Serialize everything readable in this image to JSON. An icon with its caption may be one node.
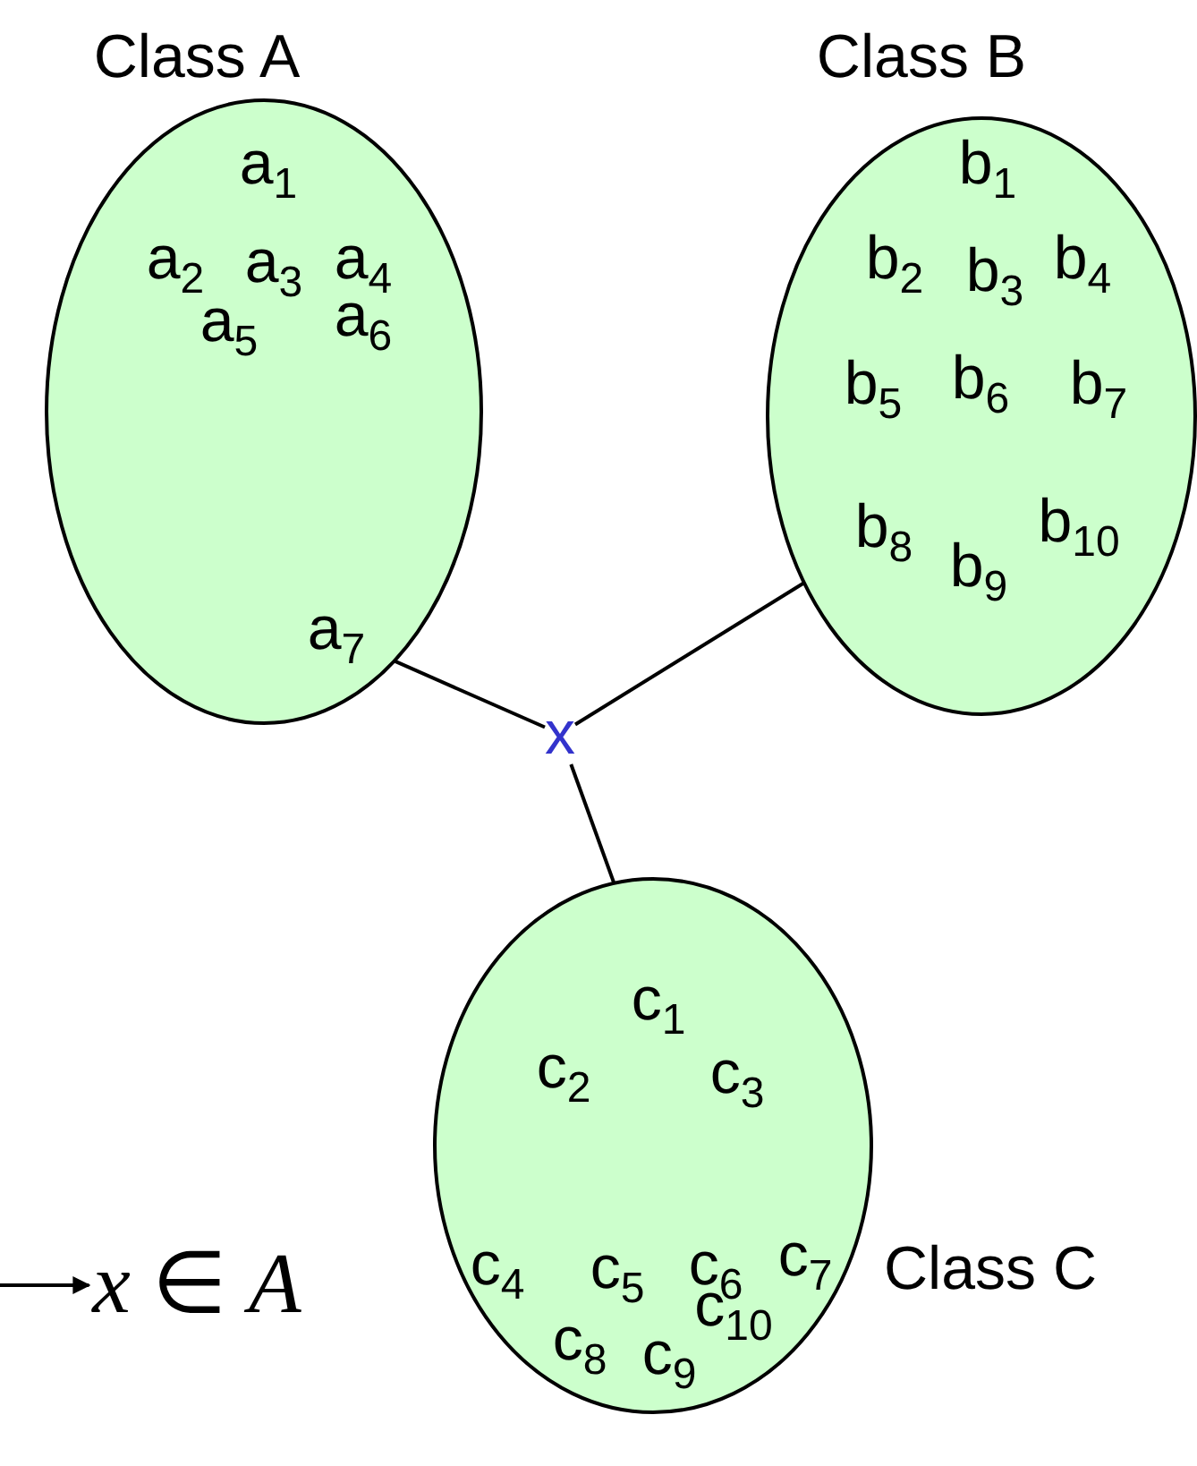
{
  "diagram": {
    "nodes": [
      {
        "text": [
          "Class A"
        ]
      },
      {
        "text": [
          "a$_{1}$"
        ],
        "in": 0
      },
      {
        "text": [
          "a$_{2}$"
        ],
        "in": 0
      },
      {
        "text": [
          "a$_{3}$"
        ],
        "in": 0
      },
      {
        "text": [
          "a$_{4}$"
        ],
        "in": 0
      },
      {
        "text": [
          "a$_{5}$"
        ],
        "in": 0
      },
      {
        "text": [
          "a$_{6}$"
        ],
        "in": 0
      },
      {
        "text": [
          "a$_{7}$"
        ],
        "in": 0
      },
      {
        "text": [
          "Class B"
        ]
      },
      {
        "text": [
          "b$_{1}$"
        ],
        "in": 8
      },
      {
        "text": [
          "b$_{2}$"
        ],
        "in": 8
      },
      {
        "text": [
          "b$_{3}$"
        ],
        "in": 8
      },
      {
        "text": [
          "b$_{4}$"
        ],
        "in": 8
      },
      {
        "text": [
          "b$_{5}$"
        ],
        "in": 8
      },
      {
        "text": [
          "b$_{6}$"
        ],
        "in": 8
      },
      {
        "text": [
          "b$_{7}$"
        ],
        "in": 8
      },
      {
        "text": [
          "b$_{8}$"
        ],
        "in": 8
      },
      {
        "text": [
          "b$_{9}$"
        ],
        "in": 8
      },
      {
        "text": [
          "b$_{10}$"
        ],
        "in": 8
      },
      {
        "text": [
          "x"
        ]
      },
      {
        "text": [
          "Class C"
        ]
      },
      {
        "text": [
          "c$_{1}$"
        ],
        "in": 20
      },
      {
        "text": [
          "c$_{2}$"
        ],
        "in": 20
      },
      {
        "text": [
          "c$_{3}$"
        ],
        "in": 20
      },
      {
        "text": [
          "c$_{4}$"
        ],
        "in": 20
      },
      {
        "text": [
          "c$_{5}$"
        ],
        "in": 20
      },
      {
        "text": [
          "c$_{6}$"
        ],
        "in": 20
      },
      {
        "text": [
          "c$_{7}$"
        ],
        "in": 20
      },
      {
        "text": [
          "c$_{8}$"
        ],
        "in": 20
      },
      {
        "text": [
          "c$_{9}$"
        ],
        "in": 20
      },
      {
        "text": [
          "c$_{10}$"
        ],
        "in": 20
      },
      {
        "text": [
          "*x* ∈ *A*"
        ]
      }
    ],
    "edges": [
      {
        "from": 19,
        "to": 7,
        "arrow": "none"
      },
      {
        "from": 19,
        "to": 16,
        "arrow": "none"
      },
      {
        "from": 19,
        "to": 21,
        "arrow": "none"
      },
      {
        "from": null,
        "to": 31,
        "arrow": "to"
      }
    ]
  }
}
